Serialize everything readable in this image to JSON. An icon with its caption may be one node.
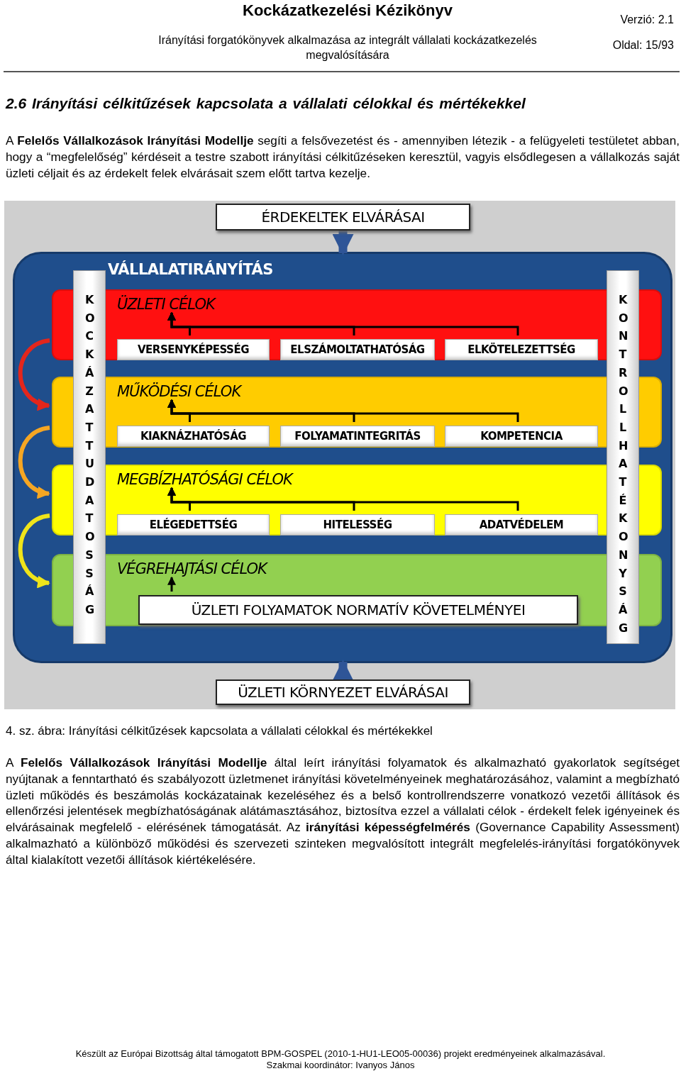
{
  "diagram": {
    "title": "Kockázatkezelési Kézikönyv",
    "caption": "4. sz. ábra: Irányítási célkitűzések kapcsolata a vállalati célokkal és mértékekkel",
    "nodes": [
      {
        "text": [
          "ÉRDEKELTEK ELVÁRÁSAI"
        ]
      },
      {
        "text": [
          "VÁLLALATIRÁNYÍTÁS"
        ]
      },
      {
        "text": [
          "ÜZLETI CÉLOK"
        ],
        "in": 1
      },
      {
        "text": [
          "VERSENYKÉPESSÉG"
        ],
        "in": 2
      },
      {
        "text": [
          "ELSZÁMOLTATHATÓSÁG"
        ],
        "in": 2
      },
      {
        "text": [
          "ELKÖTELEZETTSÉG"
        ],
        "in": 2
      },
      {
        "text": [
          "MŰKÖDÉSI CÉLOK"
        ],
        "in": 1
      },
      {
        "text": [
          "KIAKNÁZHATÓSÁG"
        ],
        "in": 6
      },
      {
        "text": [
          "FOLYAMATINTEGRITÁS"
        ],
        "in": 6
      },
      {
        "text": [
          "KOMPETENCIA"
        ],
        "in": 6
      },
      {
        "text": [
          "MEGBÍZHATÓSÁGI CÉLOK"
        ],
        "in": 1
      },
      {
        "text": [
          "ELÉGEDETTSÉG"
        ],
        "in": 10
      },
      {
        "text": [
          "HITELESSÉG"
        ],
        "in": 10
      },
      {
        "text": [
          "ADATVÉDELEM"
        ],
        "in": 10
      },
      {
        "text": [
          "VÉGREHAJTÁSI CÉLOK"
        ],
        "in": 1
      },
      {
        "text": [
          "ÜZLETI FOLYAMATOK NORMATÍV KÖVETELMÉNYEI"
        ],
        "in": 14
      },
      {
        "text": [
          "KOCKÁZATTUDATOSSÁG"
        ],
        "in": 1
      },
      {
        "text": [
          "KONTROLLHATÉKONYSÁG"
        ],
        "in": 1
      },
      {
        "text": [
          "ÜZLETI KÖRNYEZET ELVÁRÁSAI"
        ]
      }
    ],
    "edges": [
      {
        "from": 0,
        "to": 1,
        "arrow": "to",
        "style": "thick",
        "color": "#2f5597"
      },
      {
        "from": 3,
        "to": 2,
        "arrow": "to"
      },
      {
        "from": 4,
        "to": 2,
        "arrow": "to"
      },
      {
        "from": 5,
        "to": 2,
        "arrow": "to"
      },
      {
        "from": 7,
        "to": 6,
        "arrow": "to"
      },
      {
        "from": 8,
        "to": 6,
        "arrow": "to"
      },
      {
        "from": 9,
        "to": 6,
        "arrow": "to"
      },
      {
        "from": 11,
        "to": 10,
        "arrow": "to"
      },
      {
        "from": 12,
        "to": 10,
        "arrow": "to"
      },
      {
        "from": 13,
        "to": 10,
        "arrow": "to"
      },
      {
        "from": 15,
        "to": 14,
        "arrow": "to"
      },
      {
        "from": 2,
        "to": 6,
        "arrow": "to",
        "style": "thick",
        "color": "#e3261c"
      },
      {
        "from": 6,
        "to": 10,
        "arrow": "to",
        "style": "thick",
        "color": "#f5a623"
      },
      {
        "from": 10,
        "to": 14,
        "arrow": "to",
        "style": "thick",
        "color": "#efe41a"
      },
      {
        "from": 18,
        "to": 1,
        "arrow": "to",
        "style": "thick",
        "color": "#2f5597"
      }
    ],
    "labels": [
      "Irányítási forgatókönyvek alkalmazása az integrált vállalati kockázatkezelés megvalósítására",
      "Verzió: 2.1",
      "Oldal: 15/93",
      "2.6 Irányítási célkitűzések kapcsolata a vállalati célokkal és mértékekkel",
      "A **Felelős Vállalkozások Irányítási Modellje** segíti a felsővezetést és - amennyiben létezik - a felügyeleti testületet abban, hogy a “megfelelőség” kérdéseit a testre szabott irányítási célkitűzéseken keresztül, vagyis elsődlegesen a vállalkozás saját üzleti céljait és az érdekelt felek elvárásait szem előtt tartva kezelje.",
      "A **Felelős Vállalkozások Irányítási Modellje** által leírt irányítási folyamatok és alkalmazható gyakorlatok segítséget nyújtanak a fenntartható és szabályozott üzletmenet irányítási követelményeinek meghatározásához, valamint a megbízható üzleti működés és beszámolás kockázatainak kezeléséhez és a belső kontrollrendszerre vonatkozó vezetői állítások és ellenőrzési jelentések megbízhatóságának alátámasztásához, biztosítva ezzel a vállalati célok - érdekelt felek igényeinek és elvárásainak megfelelő - elérésének támogatását. Az **irányítási képességfelmérés** (Governance Capability Assessment) alkalmazható a különböző működési és szervezeti szinteken megvalósított integrált megfelelés-irányítási forgatókönyvek által kialakított vezetői állítások kiértékelésére.",
      "Készült az Európai Bizottság által támogatott BPM-GOSPEL (2010-1-HU1-LEO05-00036) projekt eredményeinek alkalmazásával.",
      "Szakmai koordinátor: Ivanyos János"
    ]
  }
}
